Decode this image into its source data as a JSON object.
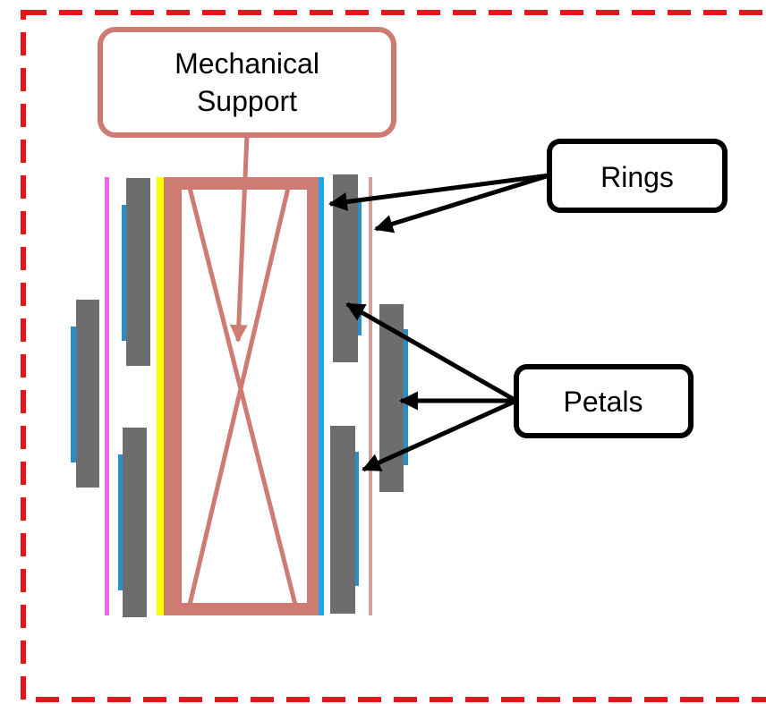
{
  "labels": {
    "mechanical_support_line1": "Mechanical",
    "mechanical_support_line2": "Support",
    "rings": "Rings",
    "petals": "Petals"
  },
  "colors": {
    "frame": "#e8141a",
    "support": "#cd7b73",
    "support_light": "#d4a09a",
    "petal": "#6d6d6d",
    "sensor": "#2a8fc9",
    "ring_magenta": "#ee66ee",
    "ring_yellow": "#ffff00",
    "ring_blue": "#1ca6e6",
    "arrow": "#000000"
  },
  "icons": {
    "arrowhead": "filled-triangle"
  }
}
